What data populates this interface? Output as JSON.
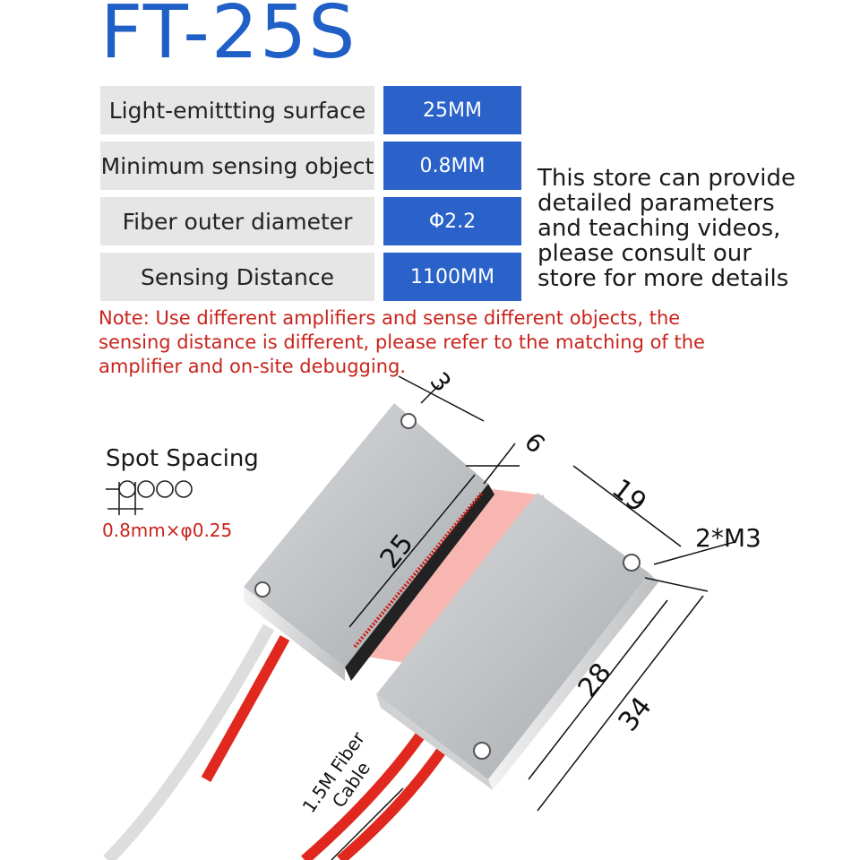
{
  "title": "FT-25S",
  "specs": [
    {
      "label": "Light-emittting surface",
      "value": "25MM"
    },
    {
      "label": "Minimum sensing object",
      "value": "0.8MM"
    },
    {
      "label": "Fiber outer diameter",
      "value": "Φ2.2"
    },
    {
      "label": "Sensing Distance",
      "value": "1100MM"
    }
  ],
  "store_note": "This store can provide\ndetailed parameters\nand teaching videos,\nplease consult our\nstore for more details",
  "warning": "Note: Use different amplifiers and sense different objects, the sensing distance is different, please refer to the matching of the amplifier and on-site debugging.",
  "spot": {
    "title": "Spot Spacing",
    "value": "0.8mm×φ0.25"
  },
  "dimensions": {
    "d3": "3",
    "d6": "6",
    "d25": "25",
    "d19": "19",
    "screw": "2*M3",
    "d28": "28",
    "d34": "34",
    "cable": [
      "1.5M Fiber",
      "Cable"
    ]
  },
  "colors": {
    "title_blue": "#1f5fc6",
    "value_blue": "#2a62c9",
    "warning_red": "#c8241c",
    "cable_red": "#e0281e"
  }
}
